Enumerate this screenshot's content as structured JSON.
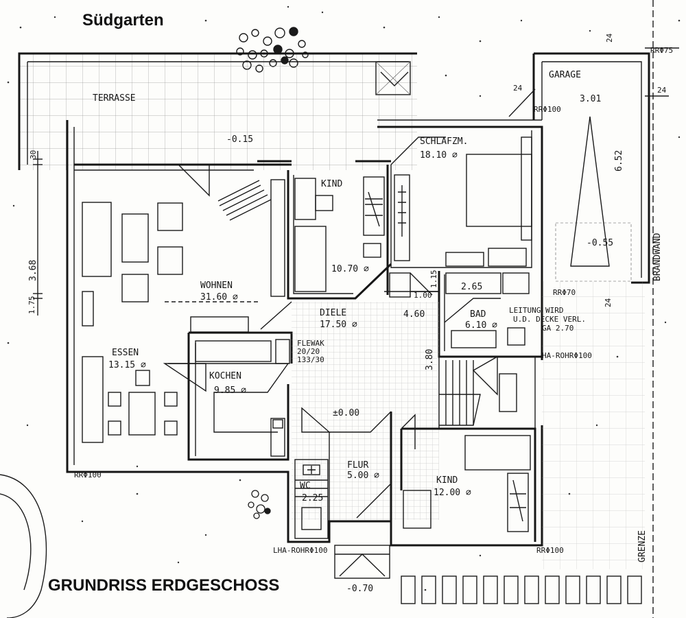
{
  "titles": {
    "garden": "Südgarten",
    "main": "GRUNDRISS ERDGESCHOSS"
  },
  "rooms": {
    "terrasse": "TERRASSE",
    "terrasse_level": "-0.15",
    "garage": "GARAGE",
    "garage_width": "3.01",
    "garage_length": "6.52",
    "garage_level": "-0.55",
    "brandwand": "BRANDWAND",
    "schlafzimmer": "SCHLAFZM.",
    "schlafzimmer_area": "18.10 ⌀",
    "kind1": "KIND",
    "kind1_area": "10.70 ⌀",
    "wohnen": "WOHNEN",
    "wohnen_area": "31.60 ⌀",
    "diele": "DIELE",
    "diele_area": "17.50 ⌀",
    "fl_label": "FLEWAK",
    "fl_dim1": "20/20",
    "fl_dim2": "133/30",
    "essen": "ESSEN",
    "essen_area": "13.15 ⌀",
    "kochen": "KOCHEN",
    "kochen_area": "9.85 ⌀",
    "bad": "BAD",
    "bad_area": "6.10 ⌀",
    "bad_note1": "LEITUNG WIRD",
    "bad_note2": "U.D. DECKE VERL.",
    "bad_note3": "GA 2.70",
    "zero_level": "±0.00",
    "flur": "FLUR",
    "flur_area": "5.00 ⌀",
    "wc": "WC",
    "wc_area": "2.25",
    "kind2": "KIND",
    "kind2_area": "12.00 ⌀",
    "entry_level": "-0.70",
    "grenze": "GRENZE"
  },
  "dimensions": {
    "d24_top": "24",
    "d24_left": "24",
    "d24_right": "24",
    "d24_mid": "24",
    "d30": "30",
    "d368": "3.68",
    "d175": "1.75",
    "d100": "1.00",
    "d115": "1.15",
    "d265": "2.65",
    "d460": "4.60",
    "d380": "3.80"
  },
  "pipes": {
    "rr_garage": "RRΦ100",
    "rr_top_right": "RRΦ75",
    "rr_brand": "RRΦ70",
    "ha_rohr": "HA-ROHRΦ100",
    "rr_bottom_left": "RRΦ100",
    "lha_rohr": "LHA-ROHRΦ100",
    "rr_bottom_right": "RRΦ100"
  }
}
